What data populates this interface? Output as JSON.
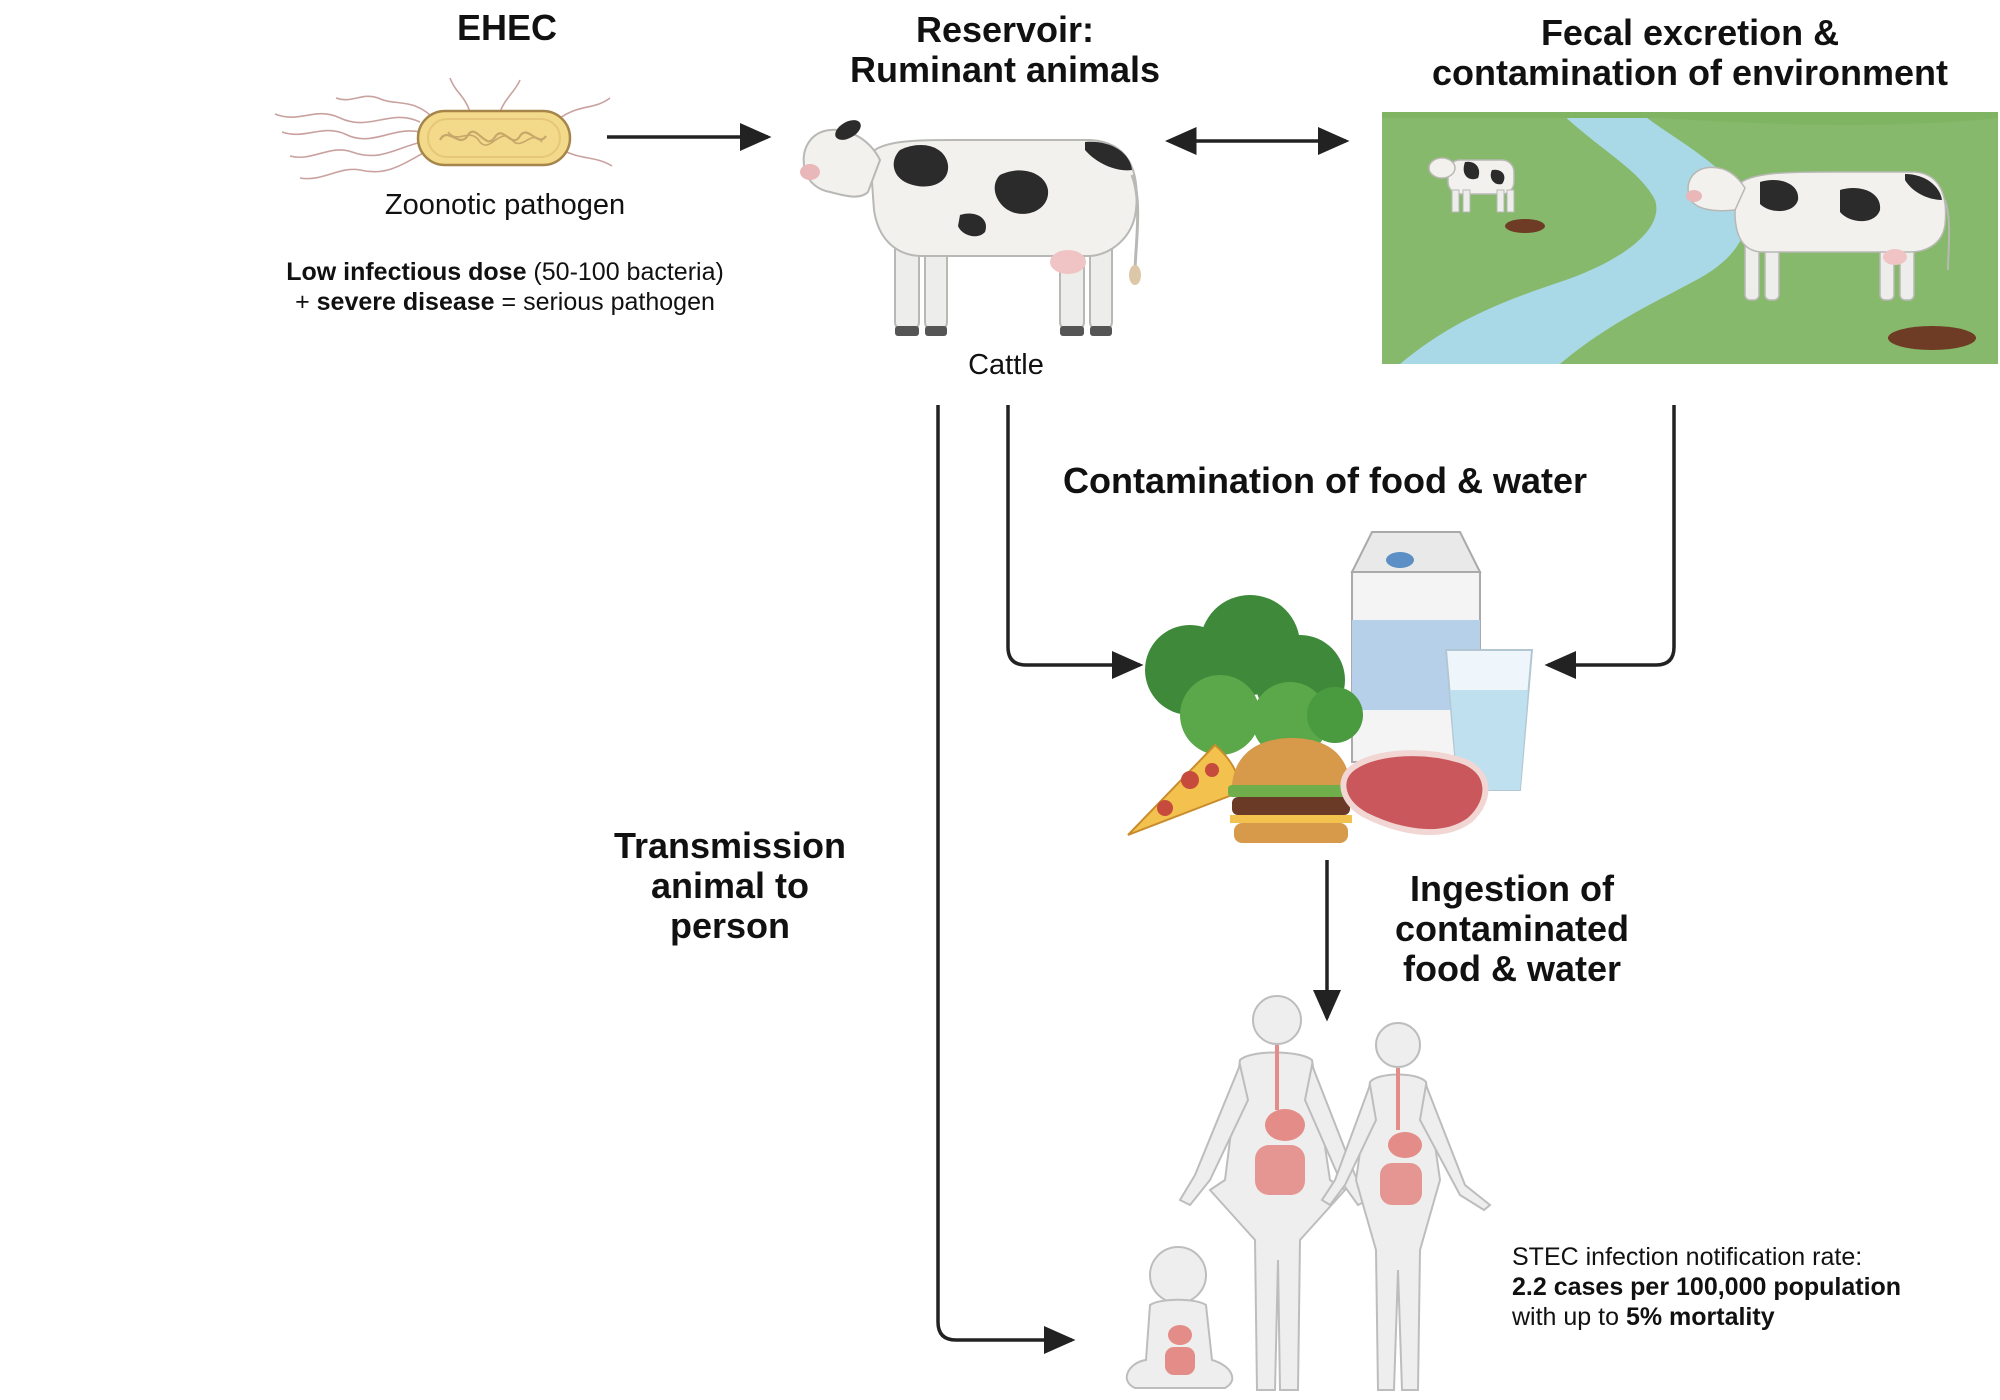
{
  "ehec": {
    "title": "EHEC",
    "subtitle": "Zoonotic pathogen",
    "dose_bold": "Low infectious dose",
    "dose_rest": " (50-100 bacteria)",
    "severity_prefix": "+ ",
    "severity_bold": "severe disease",
    "severity_rest": " = serious pathogen"
  },
  "reservoir": {
    "title_line1": "Reservoir:",
    "title_line2": "Ruminant animals",
    "animal_label": "Cattle"
  },
  "environment": {
    "title_line1": "Fecal excretion &",
    "title_line2": "contamination of environment"
  },
  "contamination": {
    "title": "Contamination of food & water"
  },
  "transmission": {
    "line1": "Transmission",
    "line2": "animal to",
    "line3": "person"
  },
  "ingestion": {
    "line1": "Ingestion of",
    "line2": "contaminated",
    "line3": "food & water"
  },
  "stats": {
    "line1": "STEC infection notification rate:",
    "line2": "2.2 cases per 100,000 population",
    "line3_prefix": "with up to ",
    "line3_bold": "5% mortality"
  },
  "colors": {
    "arrow": "#222222",
    "grass": "#86b96b",
    "river": "#a9d8e6",
    "bacterium": "#f3d98a",
    "cow_spot": "#2b2b2b",
    "organ": "#e48c87",
    "meat": "#c9575c"
  }
}
